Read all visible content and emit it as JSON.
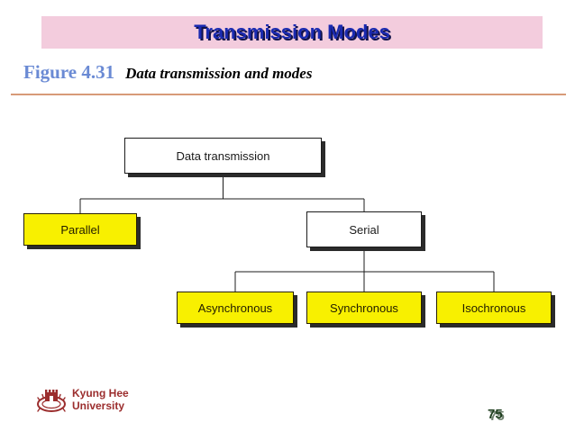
{
  "slide": {
    "title": "Transmission Modes",
    "title_bg_color": "#F3CCDD",
    "title_text_color": "#1A2AB0",
    "caption_label": "Figure 4.31",
    "caption_label_color": "#6A8AD4",
    "caption_title": "Data transmission and modes",
    "rule_color": "#D79A78",
    "page_number": "75"
  },
  "diagram": {
    "type": "tree",
    "nodes": [
      {
        "id": "data-transmission",
        "label": "Data transmission",
        "fill": "#FFFFFF",
        "level": 0
      },
      {
        "id": "parallel",
        "label": "Parallel",
        "fill": "#F8F000",
        "level": 1
      },
      {
        "id": "serial",
        "label": "Serial",
        "fill": "#FFFFFF",
        "level": 1
      },
      {
        "id": "asynchronous",
        "label": "Asynchronous",
        "fill": "#F8F000",
        "level": 2
      },
      {
        "id": "synchronous",
        "label": "Synchronous",
        "fill": "#F8F000",
        "level": 2
      },
      {
        "id": "isochronous",
        "label": "Isochronous",
        "fill": "#F8F000",
        "level": 2
      }
    ],
    "edges": [
      {
        "from": "data-transmission",
        "to": "parallel"
      },
      {
        "from": "data-transmission",
        "to": "serial"
      },
      {
        "from": "serial",
        "to": "asynchronous"
      },
      {
        "from": "serial",
        "to": "synchronous"
      },
      {
        "from": "serial",
        "to": "isochronous"
      }
    ],
    "line_color": "#1C1C1C",
    "shadow_color": "#2B2B2B"
  },
  "footer": {
    "university_line1": "Kyung Hee",
    "university_line2": "University",
    "university_color": "#9B2D2D",
    "logo_name": "kyung-hee-crest-icon"
  }
}
